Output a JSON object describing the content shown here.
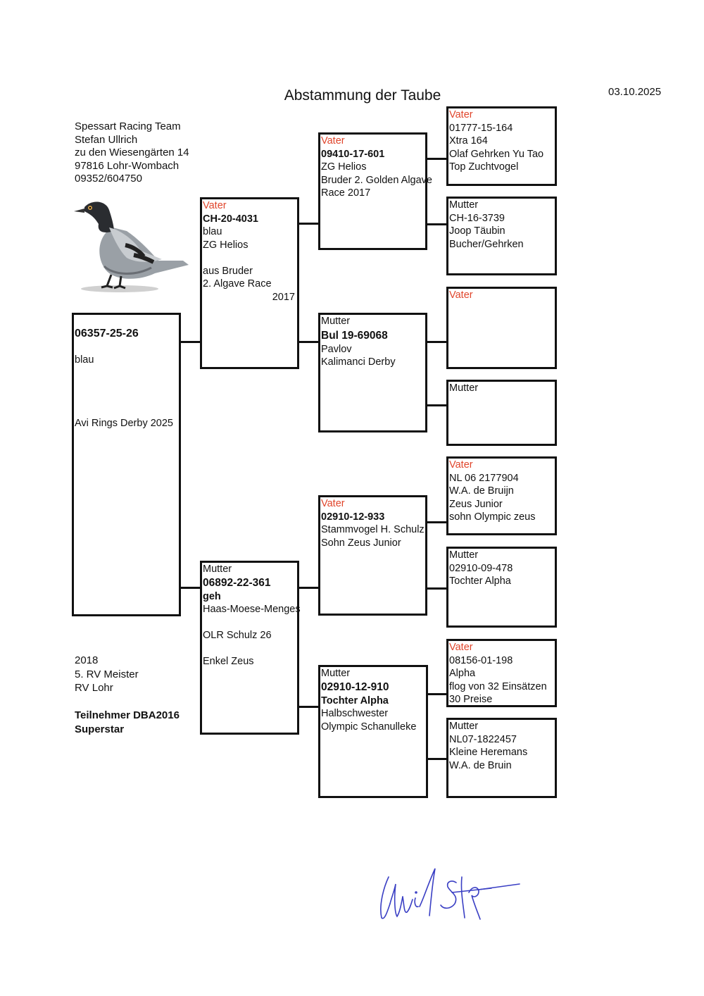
{
  "title": "Abstammung der Taube",
  "date": "03.10.2025",
  "owner": [
    "Spessart Racing Team",
    "Stefan Ullrich",
    "zu den Wiesengärten 14",
    "97816 Lohr-Wombach",
    "09352/604750"
  ],
  "pigeon": {
    "ring": "06357-25-26",
    "color": "blau",
    "note": "Avi Rings Derby 2025"
  },
  "notes": {
    "lines": [
      "2018",
      "5. RV Meister",
      "RV Lohr"
    ],
    "bold": [
      "Teilnehmer DBA2016",
      "Superstar"
    ]
  },
  "father": {
    "label": "Vater",
    "ring": "CH-20-4031",
    "lines": [
      "blau",
      "ZG Helios",
      "",
      "aus Bruder",
      "2. Algave Race"
    ],
    "year": "2017"
  },
  "mother": {
    "label": "Mutter",
    "ring": "06892-22-361",
    "color": "geh",
    "lines": [
      "Haas-Moese-Menges",
      "",
      "OLR Schulz 26",
      "",
      "Enkel Zeus"
    ]
  },
  "ff": {
    "label": "Vater",
    "ring": "09410-17-601",
    "lines": [
      "ZG Helios",
      "Bruder 2. Golden Algave",
      "Race 2017"
    ]
  },
  "fm": {
    "label": "Mutter",
    "ring": "Bul 19-69068",
    "lines": [
      "Pavlov",
      "Kalimanci Derby"
    ]
  },
  "mf": {
    "label": "Vater",
    "ring": "02910-12-933",
    "lines": [
      "Stammvogel H. Schulz",
      "Sohn Zeus Junior"
    ]
  },
  "mm": {
    "label": "Mutter",
    "ring": "02910-12-910",
    "sub": "Tochter Alpha",
    "lines": [
      "Halbschwester",
      "Olympic Schanulleke"
    ]
  },
  "fff": {
    "label": "Vater",
    "lines": [
      "01777-15-164",
      "Xtra 164",
      "Olaf Gehrken Yu Tao",
      "Top Zuchtvogel"
    ]
  },
  "ffm": {
    "label": "Mutter",
    "lines": [
      "CH-16-3739",
      "Joop Täubin",
      "Bucher/Gehrken"
    ]
  },
  "fmf": {
    "label": "Vater"
  },
  "fmm": {
    "label": "Mutter"
  },
  "mff": {
    "label": "Vater",
    "lines": [
      "NL 06 2177904",
      "W.A. de Bruijn",
      "Zeus Junior",
      "sohn Olympic zeus"
    ]
  },
  "mfm": {
    "label": "Mutter",
    "lines": [
      "02910-09-478",
      "Tochter Alpha"
    ]
  },
  "mmf": {
    "label": "Vater",
    "lines": [
      "08156-01-198",
      "Alpha",
      "flog von 32 Einsätzen",
      "30 Preise"
    ]
  },
  "mmm": {
    "label": "Mutter",
    "lines": [
      "NL07-1822457",
      "Kleine Heremans",
      "W.A. de Bruin"
    ]
  },
  "colors": {
    "label_red": "#e0452b",
    "signature_ink": "#3a3fc4"
  },
  "signature": "Ullrich Stefan"
}
